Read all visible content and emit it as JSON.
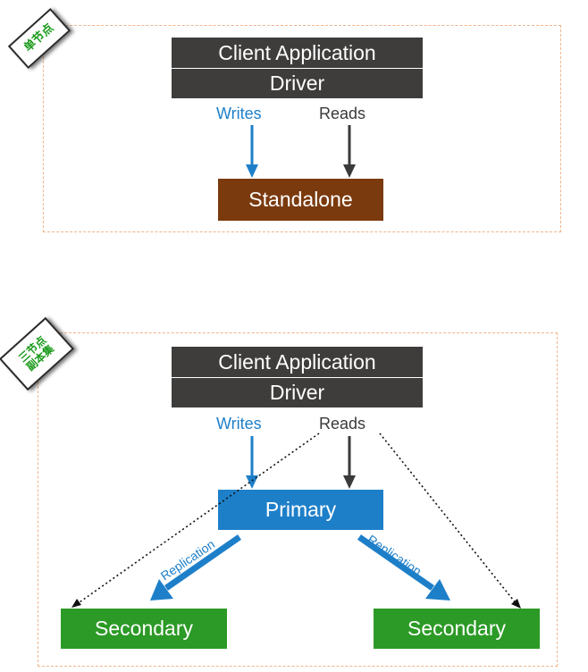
{
  "colors": {
    "dark_box": "#3f3d3c",
    "standalone": "#7a3a0e",
    "primary": "#1e7fc9",
    "secondary": "#2c9a26",
    "writes_arrow": "#1e7fc9",
    "reads_arrow": "#3a3a3a",
    "stamp_text": "#1a9a1a",
    "panel_border": "#f0b48a"
  },
  "single_node": {
    "stamp": "单节点",
    "client_application": "Client Application",
    "driver": "Driver",
    "writes": "Writes",
    "reads": "Reads",
    "standalone": "Standalone"
  },
  "replica_set": {
    "stamp": "三节点\n副本集",
    "client_application": "Client Application",
    "driver": "Driver",
    "writes": "Writes",
    "reads": "Reads",
    "primary": "Primary",
    "replication_left": "Replication",
    "replication_right": "Replication",
    "secondary_left": "Secondary",
    "secondary_right": "Secondary"
  }
}
